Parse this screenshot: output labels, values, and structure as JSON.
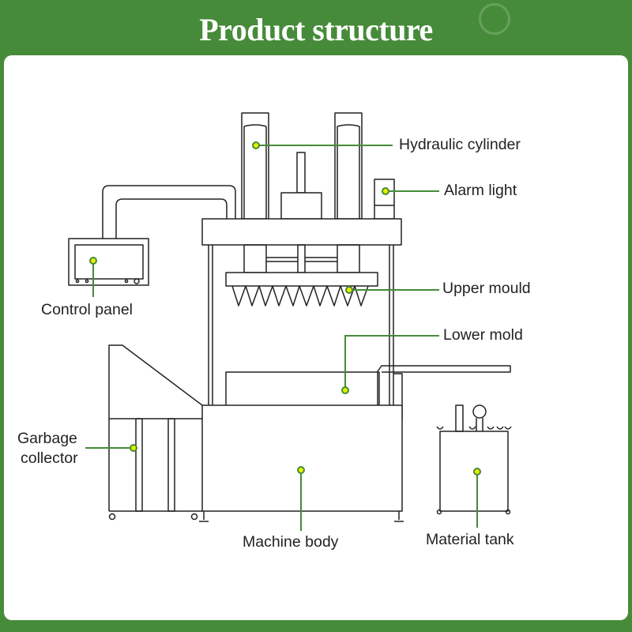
{
  "title": "Product structure",
  "colors": {
    "background": "#468b39",
    "panel": "#ffffff",
    "leader_line": "#468b39",
    "marker_fill": "#e6f000",
    "outline": "#222222"
  },
  "labels": {
    "hydraulic_cylinder": "Hydraulic cylinder",
    "alarm_light": "Alarm light",
    "upper_mould": "Upper mould",
    "lower_mold": "Lower mold",
    "control_panel": "Control panel",
    "garbage_collector_line1": "Garbage",
    "garbage_collector_line2": "collector",
    "machine_body": "Machine body",
    "material_tank": "Material tank"
  }
}
